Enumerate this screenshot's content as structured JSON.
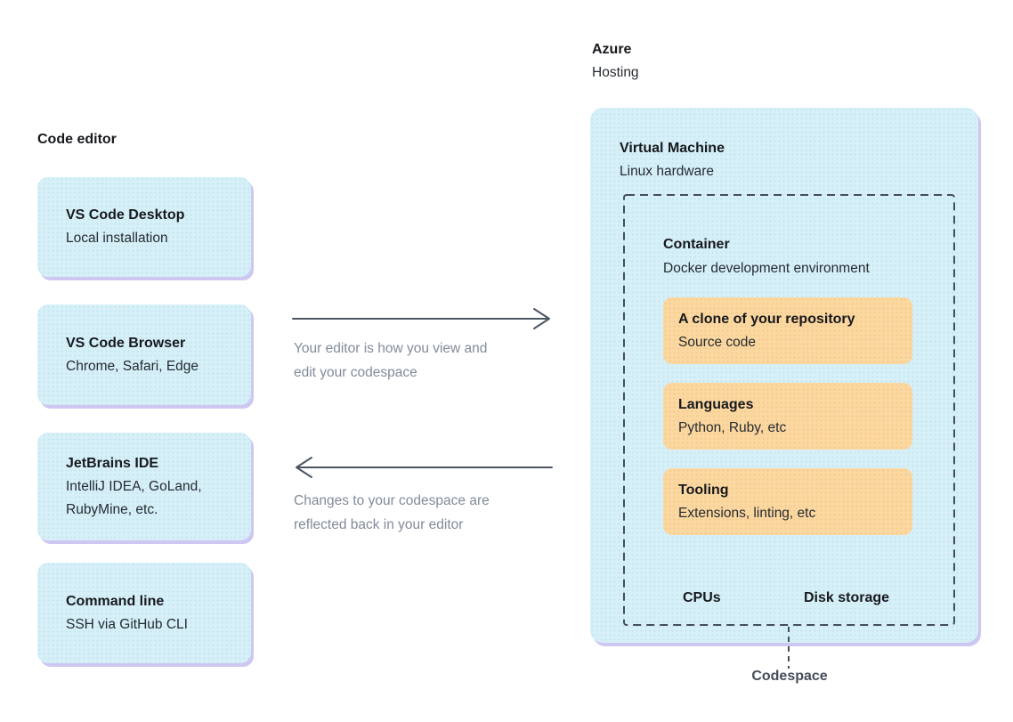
{
  "colors": {
    "editor_box_bg": "#d7f0f8",
    "editor_box_dot": "#bfe4f0",
    "container_box_bg": "#fcd8a1",
    "container_box_dot": "#f3c98b",
    "box_shadow": "#cdc7f1",
    "dash": "#454e59",
    "arrow": "#4c5663",
    "title_text": "#17191d",
    "subtitle_text": "#262b31",
    "caption_text": "#828c99"
  },
  "left_panel": {
    "heading": "Code editor",
    "boxes": [
      {
        "title": "VS Code Desktop",
        "subtitle": "Local installation"
      },
      {
        "title": "VS Code Browser",
        "subtitle": "Chrome, Safari, Edge"
      },
      {
        "title": "JetBrains IDE",
        "subtitle": "IntelliJ IDEA, GoLand,\nRubyMine, etc."
      },
      {
        "title": "Command line",
        "subtitle": "SSH via GitHub CLI"
      }
    ]
  },
  "flows": [
    {
      "direction": "right",
      "caption": "Your editor is how you view and\nedit your codespace"
    },
    {
      "direction": "left",
      "caption": "Changes to your codespace are\nreflected back in your editor"
    }
  ],
  "hosting": {
    "provider": "Azure",
    "provider_subtitle": "Hosting",
    "vm": {
      "title": "Virtual Machine",
      "subtitle": "Linux hardware"
    },
    "container": {
      "title": "Container",
      "subtitle": "Docker development environment",
      "boxes": [
        {
          "title": "A clone of your repository",
          "subtitle": "Source code"
        },
        {
          "title": "Languages",
          "subtitle": "Python, Ruby, etc"
        },
        {
          "title": "Tooling",
          "subtitle": "Extensions, linting, etc"
        }
      ],
      "footer": [
        "CPUs",
        "Disk storage"
      ]
    },
    "codespace_label": "Codespace"
  }
}
